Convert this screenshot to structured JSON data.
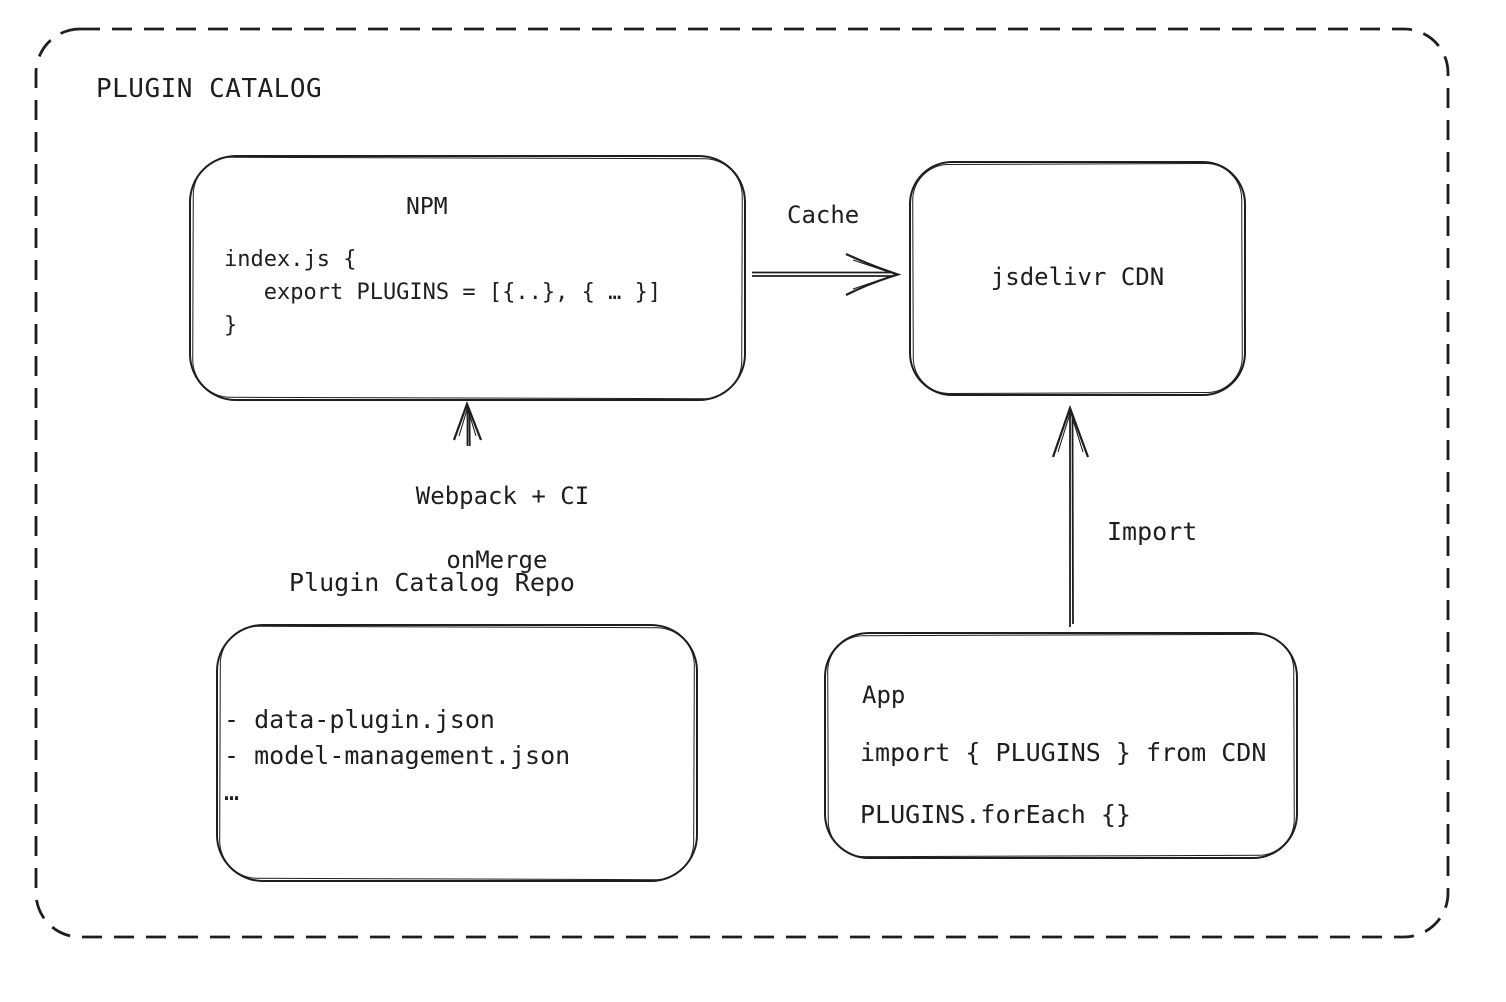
{
  "diagram": {
    "title": "PLUGIN CATALOG",
    "nodes": {
      "npm": {
        "title": "NPM",
        "code": "index.js {\n   export PLUGINS = [{..}, { … }]\n}"
      },
      "cdn": {
        "label": "jsdelivr CDN"
      },
      "repo": {
        "label": "Plugin Catalog Repo",
        "files": "- data-plugin.json\n- model-management.json\n…"
      },
      "app": {
        "title": "App",
        "import_line": "import { PLUGINS } from CDN",
        "foreach_line": "PLUGINS.forEach {}"
      }
    },
    "arrows": {
      "cache": {
        "label": "Cache"
      },
      "build": {
        "line1": "Webpack + CI",
        "line2": "onMerge"
      },
      "import": {
        "label": "Import"
      }
    },
    "colors": {
      "stroke": "#1e1e1e",
      "background": "#ffffff"
    }
  }
}
